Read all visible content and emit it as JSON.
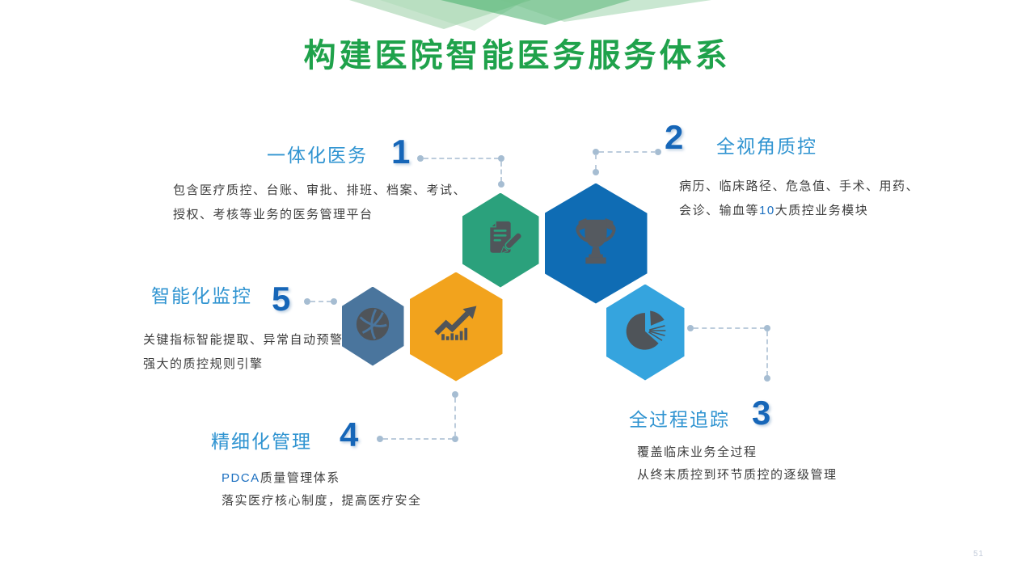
{
  "slide": {
    "title": "构建医院智能医务服务体系",
    "page_number": "51"
  },
  "colors": {
    "title_green": "#1FA24B",
    "heading_blue": "#3094D1",
    "number_blue": "#1666B8",
    "body_text": "#3D3D3D",
    "highlight_blue": "#1B6FC0",
    "connector_gray_blue": "#AEC3D6",
    "icon_dark_gray": "#53575C",
    "hex_green": "#2BA17C",
    "hex_dark_blue": "#0F6CB4",
    "hex_orange": "#F2A31D",
    "hex_steel_blue": "#4A759D",
    "hex_light_blue": "#35A4DE"
  },
  "hexagons": [
    {
      "icon": "document-pen-icon",
      "color": "#2BA17C"
    },
    {
      "icon": "trophy-icon",
      "color": "#0F6CB4"
    },
    {
      "icon": "growth-chart-icon",
      "color": "#F2A31D"
    },
    {
      "icon": "ball-icon",
      "color": "#4A759D"
    },
    {
      "icon": "pie-chart-icon",
      "color": "#35A4DE"
    }
  ],
  "sections": [
    {
      "number": "1",
      "title": "一体化医务",
      "line1": "包含医疗质控、台账、审批、排班、档案、考试、",
      "line2": "授权、考核等业务的医务管理平台"
    },
    {
      "number": "2",
      "title": "全视角质控",
      "line1": "病历、临床路径、危急值、手术、用药、",
      "line2_a": "会诊、输血等",
      "line2_b": "10",
      "line2_c": "大质控业务模块"
    },
    {
      "number": "3",
      "title": "全过程追踪",
      "line1": "覆盖临床业务全过程",
      "line2": "从终末质控到环节质控的逐级管理"
    },
    {
      "number": "4",
      "title": "精细化管理",
      "line1_a": "PDCA",
      "line1_b": "质量管理体系",
      "line2": "落实医疗核心制度，提高医疗安全"
    },
    {
      "number": "5",
      "title": "智能化监控",
      "line1": "关键指标智能提取、异常自动预警",
      "line2": "强大的质控规则引擎"
    }
  ]
}
